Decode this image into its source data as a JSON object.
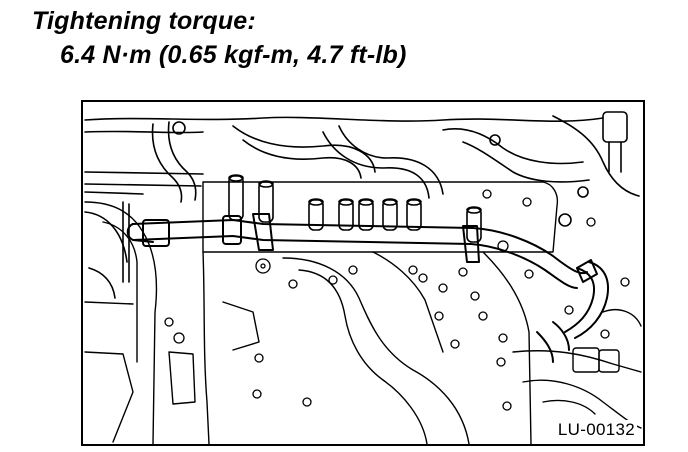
{
  "heading": {
    "label": "Tightening torque:",
    "value": "6.4 N·m (0.65 kgf-m, 4.7 ft-lb)"
  },
  "figure": {
    "id": "LU-00132",
    "line_color": "#000000",
    "background_color": "#ffffff"
  }
}
